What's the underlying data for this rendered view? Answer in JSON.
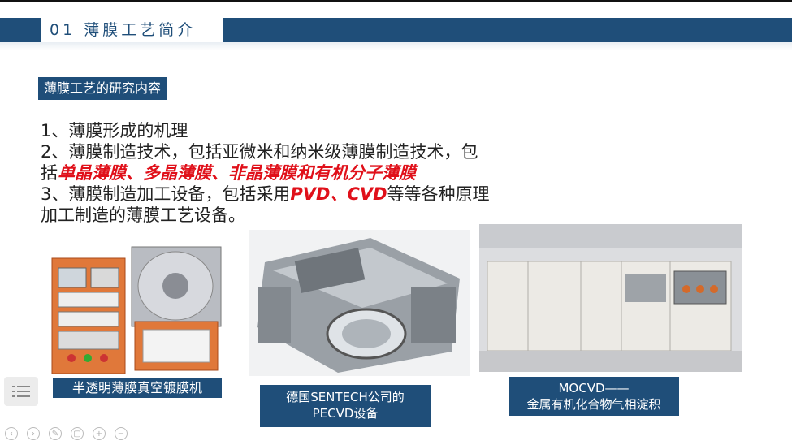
{
  "header": {
    "title": "01 薄膜工艺简介"
  },
  "section_tag": "薄膜工艺的研究内容",
  "content": {
    "line1": "1、薄膜形成的机理",
    "line2a": "2、薄膜制造技术，包括亚微米和纳米级薄膜制造技术，包",
    "line2b_prefix": "括",
    "line2b_highlight": "单晶薄膜、多晶薄膜、非晶薄膜和有机分子薄膜",
    "line3_prefix": "3、薄膜制造加工设备，包括采用",
    "line3_highlight": "PVD、CVD",
    "line3_suffix": "等等各种原理",
    "line4": "加工制造的薄膜工艺设备。"
  },
  "captions": {
    "left": "半透明薄膜真空镀膜机",
    "center_line1": "德国SENTECH公司的",
    "center_line2": "PECVD设备",
    "right_line1": "MOCVD——",
    "right_line2": "金属有机化合物气相淀积"
  },
  "toolbar": {
    "icons": [
      "menu-icon",
      "prev-icon",
      "next-icon",
      "pen-icon",
      "copy-icon",
      "zoom-icon",
      "minus-icon"
    ]
  },
  "colors": {
    "brand": "#1f4e79",
    "highlight": "#e0101a"
  }
}
